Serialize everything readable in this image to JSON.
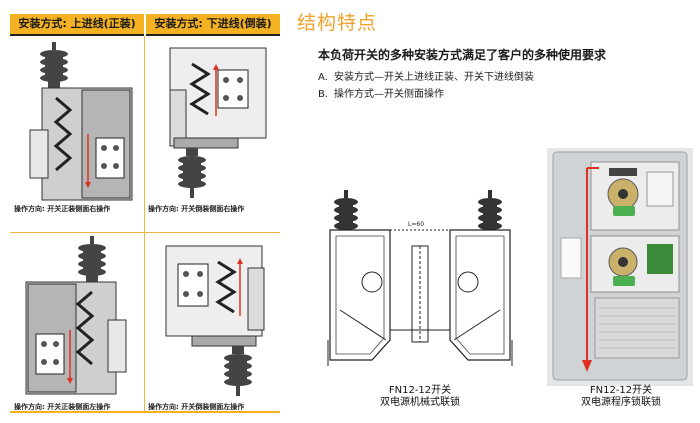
{
  "left_panel": {
    "header_a": "安装方式: 上进线(正装)",
    "header_b": "安装方式: 下进线(倒装)",
    "caption_1": "操作方向: 开关正装侧面右操作",
    "caption_2": "操作方向: 开关倒装侧面右操作",
    "caption_3": "操作方向: 开关正装侧面左操作",
    "caption_4": "操作方向: 开关倒装侧面左操作"
  },
  "section": {
    "title": "结构特点",
    "subtitle": "本负荷开关的多种安装方式满足了客户的多种使用要求",
    "bullets": [
      {
        "key": "A.",
        "text": "安装方式—开关上进线正装、开关下进线倒装"
      },
      {
        "key": "B.",
        "text": "操作方式—开关侧面操作"
      }
    ]
  },
  "figure_mech": {
    "line1": "FN12-12开关",
    "line2": "双电源机械式联锁",
    "dim_label": "L=60"
  },
  "figure_prog": {
    "line1": "FN12-12开关",
    "line2": "双电源程序锁联锁"
  },
  "colors": {
    "accent": "#f4b223",
    "title": "#f0a22a",
    "red_arrow": "#e03020",
    "green_panel": "#3a8a3a"
  }
}
